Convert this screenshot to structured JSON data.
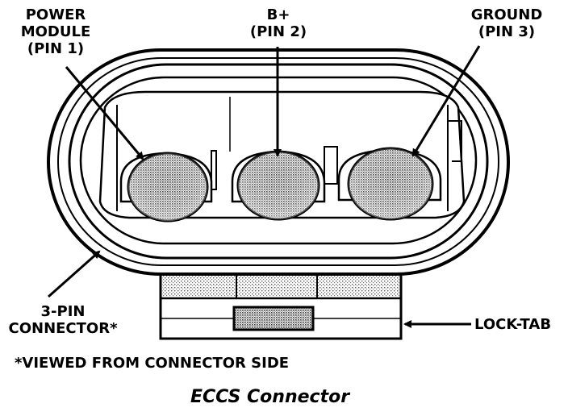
{
  "labels": {
    "power_module": [
      "POWER",
      "MODULE",
      "(PIN 1)"
    ],
    "b_plus": [
      "B+",
      "(PIN 2)"
    ],
    "ground": [
      "GROUND",
      "(PIN 3)"
    ],
    "connector": [
      "3-PIN",
      "CONNECTOR*"
    ],
    "lock_tab": "LOCK-TAB",
    "footnote": "*VIEWED FROM CONNECTOR SIDE"
  },
  "caption": "ECCS Connector",
  "colors": {
    "ink": "#000000",
    "paper": "#ffffff",
    "stipple": "#9a9a9a"
  }
}
